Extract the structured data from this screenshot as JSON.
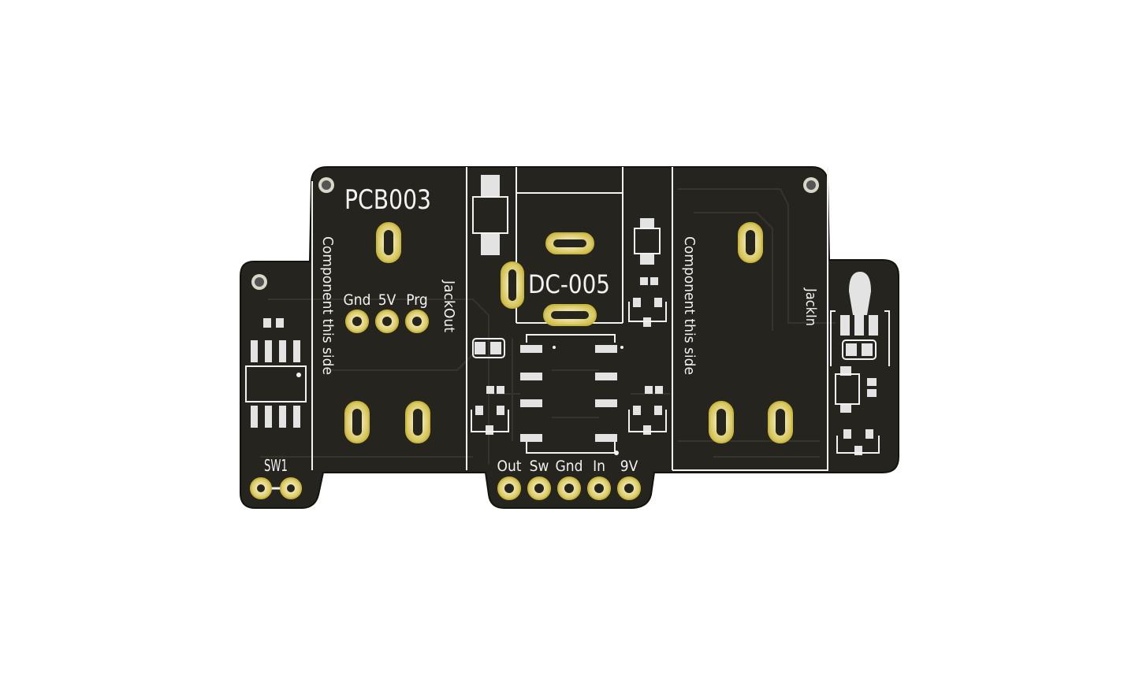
{
  "board": {
    "name": "PCB003",
    "connector_label": "DC-005",
    "left_side_note": "Component this side",
    "right_side_note": "Component this side",
    "jack_out_label": "JackOut",
    "jack_in_label": "JackIn",
    "switch_label": "SW1",
    "top_header": {
      "labels": [
        "Gnd",
        "5V",
        "Prg"
      ]
    },
    "bottom_header": {
      "labels": [
        "Out",
        "Sw",
        "Gnd",
        "In",
        "9V"
      ]
    },
    "colors": {
      "board": "#26241f",
      "silkscreen": "#f2f2f2",
      "pad": "#d4c24a",
      "pad_highlight": "#fffde0",
      "trace": "#34322b"
    }
  }
}
